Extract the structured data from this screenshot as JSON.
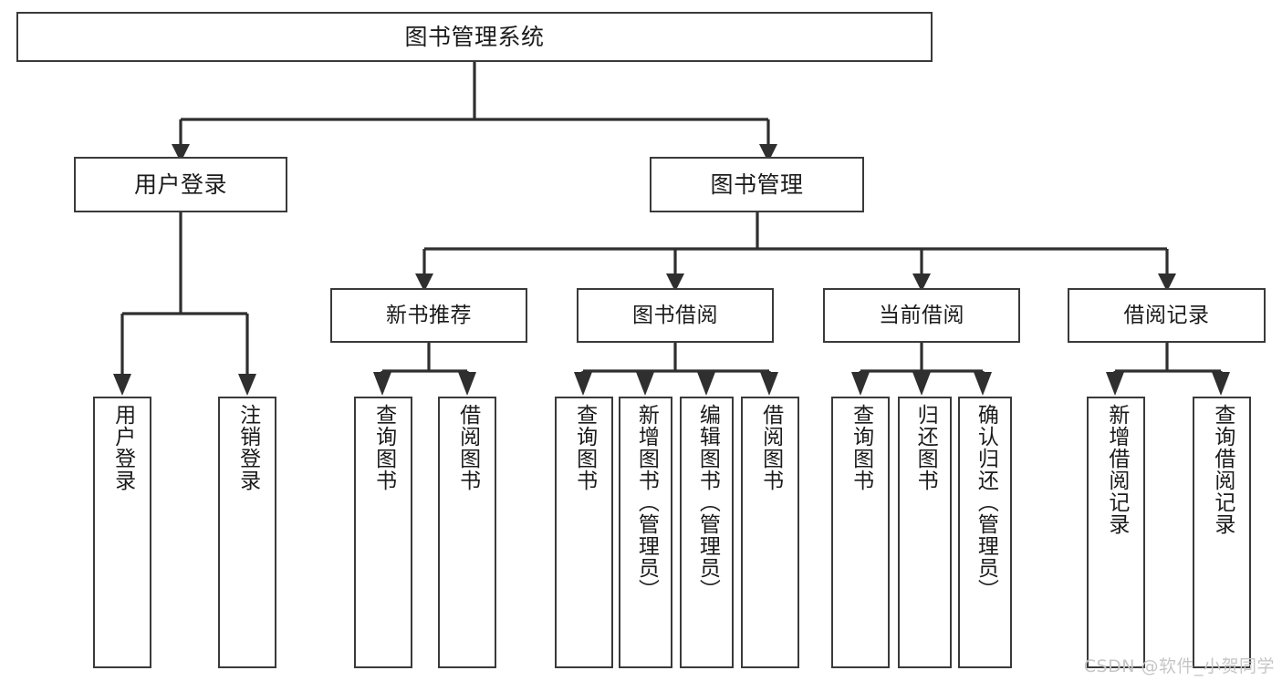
{
  "diagram": {
    "title": "图书管理系统",
    "type": "hierarchy-tree",
    "colors": {
      "box_border": "#3a3a3a",
      "box_fill": "#ffffff",
      "connector": "#2f2f2f",
      "text": "#1b1b1b",
      "watermark": "#c6c6c6",
      "background": "#ffffff"
    },
    "root": {
      "label": "图书管理系统"
    },
    "level2": [
      {
        "label": "用户登录"
      },
      {
        "label": "图书管理"
      }
    ],
    "level3": [
      {
        "label": "新书推荐"
      },
      {
        "label": "图书借阅"
      },
      {
        "label": "当前借阅"
      },
      {
        "label": "借阅记录"
      }
    ],
    "leaves": {
      "user_login": [
        {
          "label": "用户登录"
        },
        {
          "label": "注销登录"
        }
      ],
      "new_book_recommend": [
        {
          "label": "查询图书"
        },
        {
          "label": "借阅图书"
        }
      ],
      "book_borrow": [
        {
          "label": "查询图书"
        },
        {
          "label": "新增图书（管理员）"
        },
        {
          "label": "编辑图书（管理员）"
        },
        {
          "label": "借阅图书"
        }
      ],
      "current_borrow": [
        {
          "label": "查询图书"
        },
        {
          "label": "归还图书"
        },
        {
          "label": "确认归还（管理员）"
        }
      ],
      "borrow_records": [
        {
          "label": "新增借阅记录"
        },
        {
          "label": "查询借阅记录"
        }
      ]
    },
    "watermark": "CSDN @软件_小贺同学"
  }
}
